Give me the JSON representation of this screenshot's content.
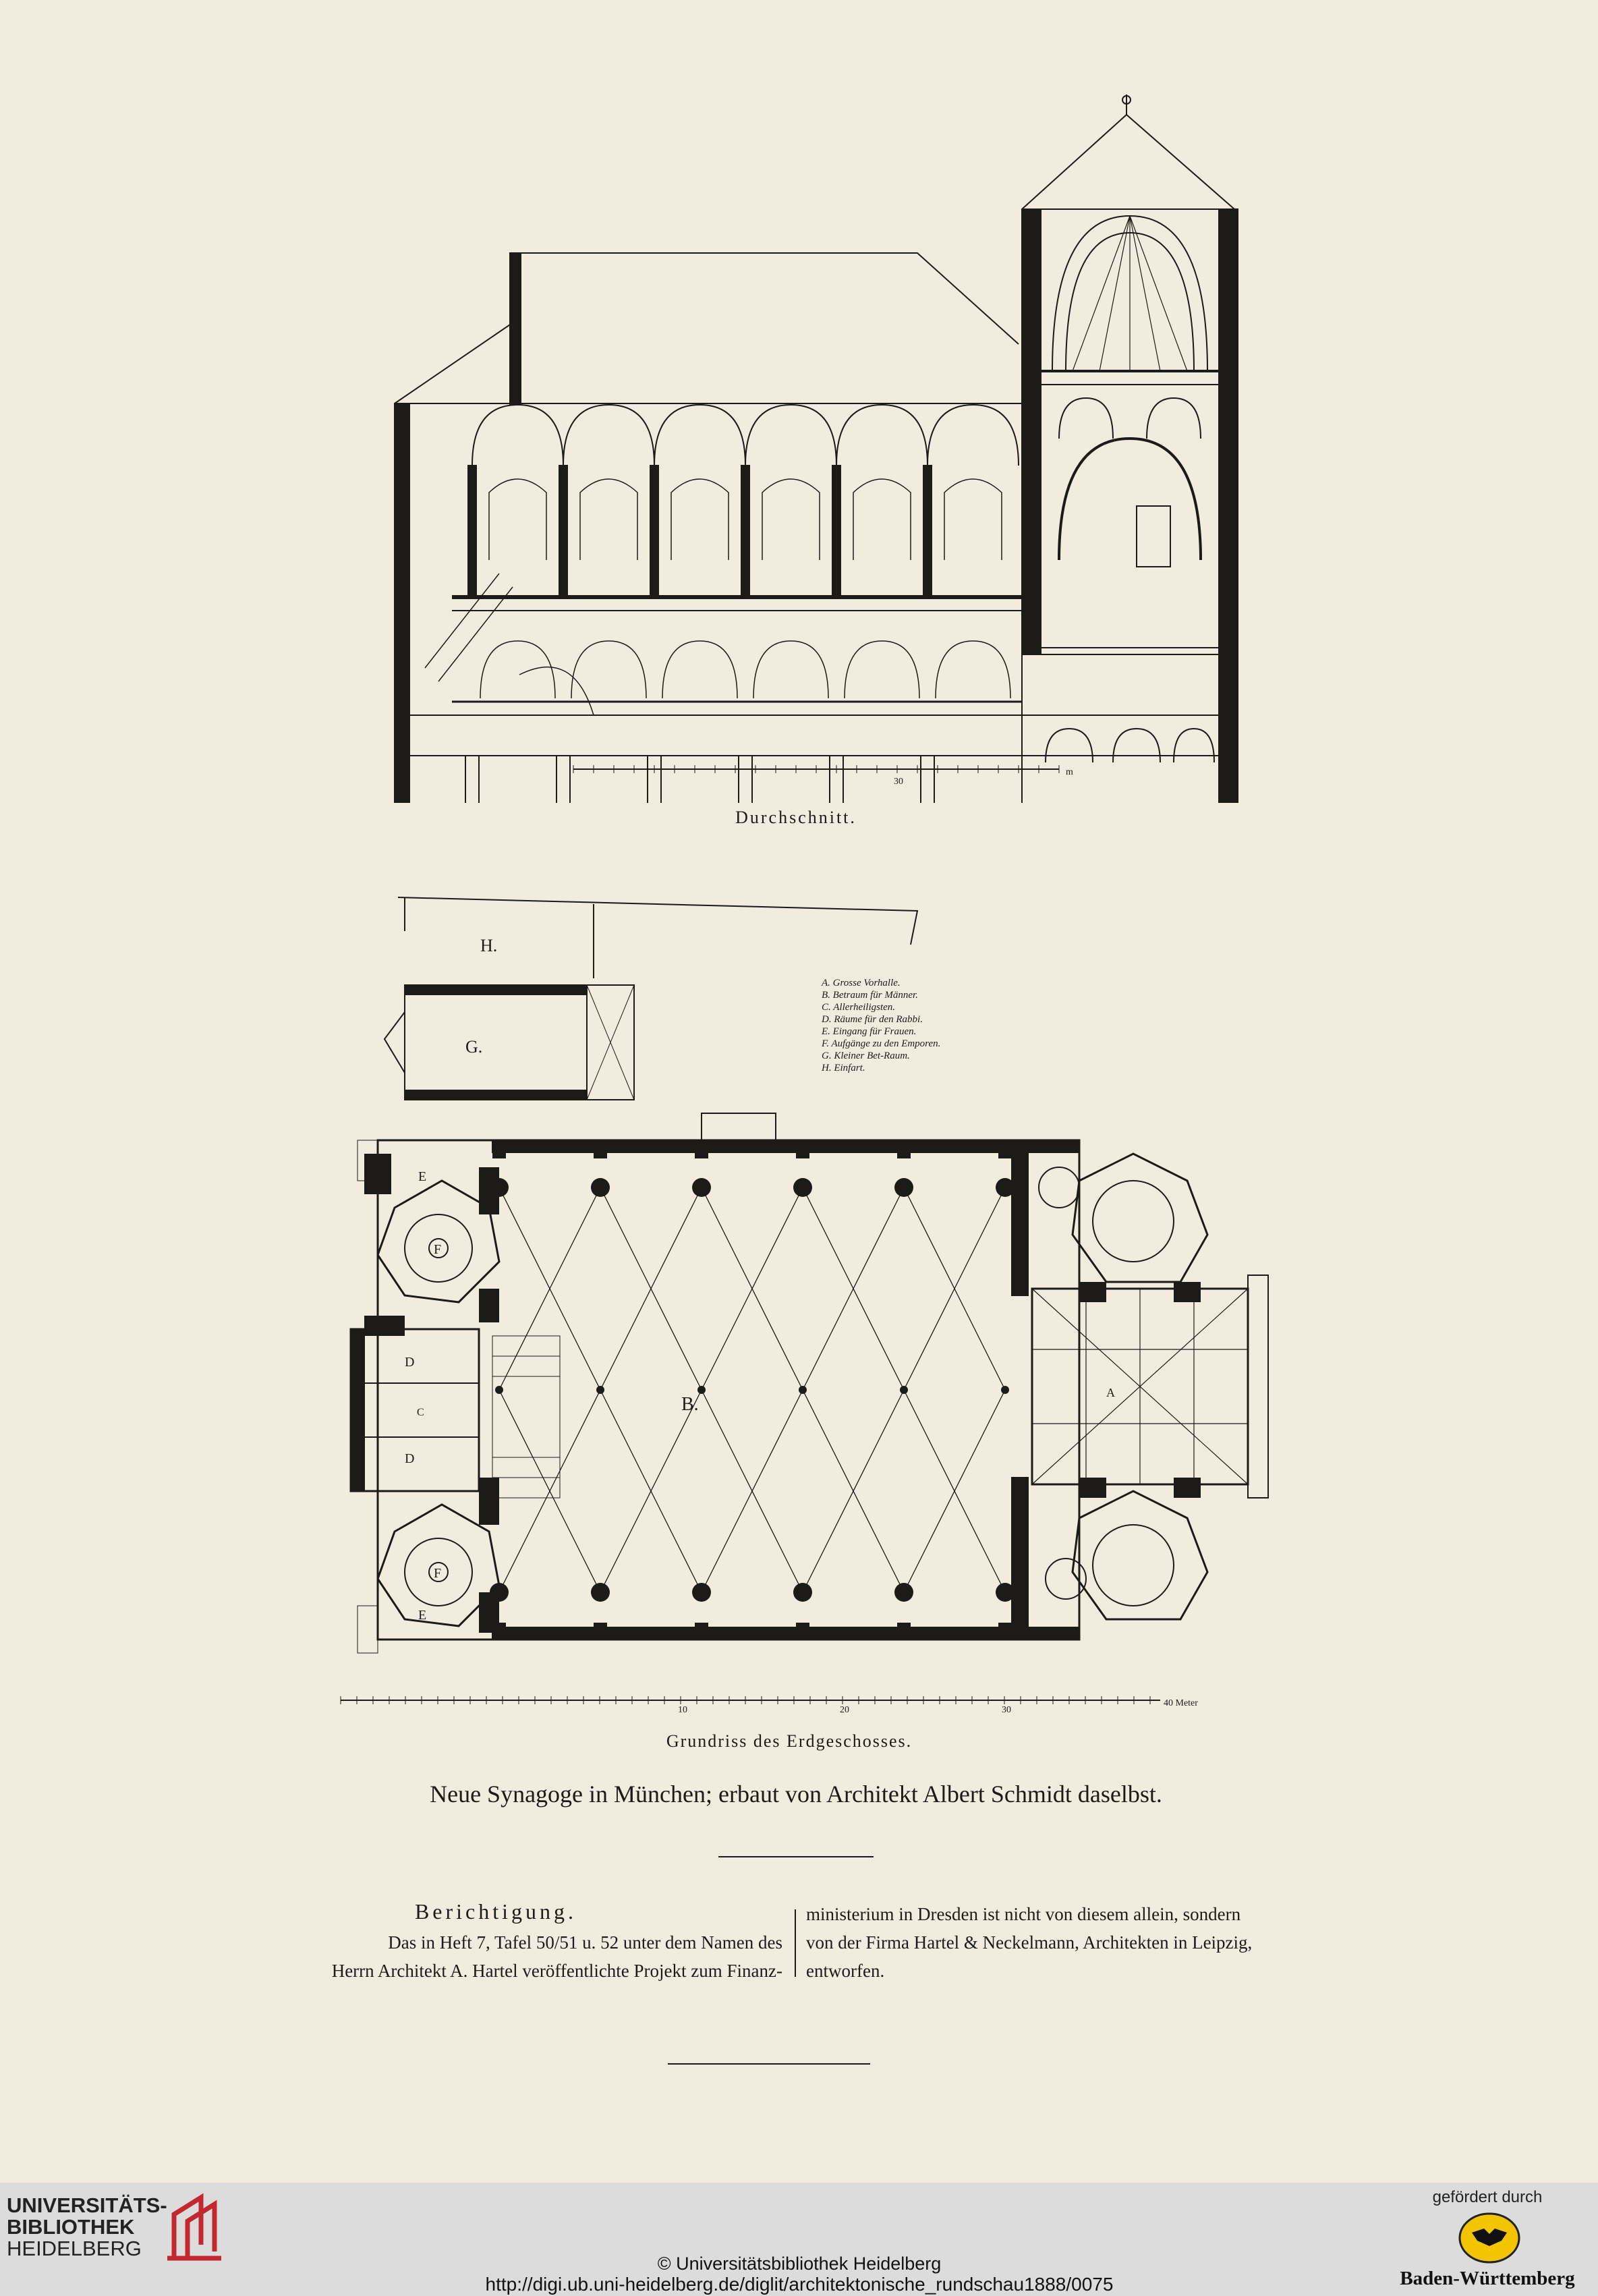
{
  "section_caption": "Durchschnitt.",
  "plan_caption": "Grundriss des Erdgeschosses.",
  "plate_title": "Neue Synagoge in München; erbaut von Architekt Albert Schmidt daselbst.",
  "section_scale": {
    "mid": "30",
    "unit": "m"
  },
  "plan_scale": {
    "marks": [
      "10",
      "20",
      "30"
    ],
    "end": "40 Meter"
  },
  "plan_labels": {
    "H": "H.",
    "G": "G.",
    "B": "B.",
    "A": "A",
    "F1": "F",
    "F2": "F",
    "E1": "E",
    "E2": "E",
    "D1": "D",
    "D2": "D",
    "C": "C"
  },
  "legend": [
    "A. Grosse Vorhalle.",
    "B. Betraum für Männer.",
    "C. Allerheiligsten.",
    "D. Räume für den Rabbi.",
    "E. Eingang für Frauen.",
    "F. Aufgänge zu den Emporen.",
    "G. Kleiner Bet-Raum.",
    "H. Einfart."
  ],
  "correction": {
    "heading": "Berichtigung.",
    "left_lines": [
      "Das in Heft 7, Tafel 50/51 u. 52 unter dem Namen des",
      "Herrn Architekt A. Hartel veröffentlichte Projekt zum Finanz-"
    ],
    "right_lines": [
      "ministerium in Dresden ist nicht von diesem allein, sondern",
      "von der Firma Hartel & Neckelmann, Architekten in Leipzig,",
      "entworfen."
    ]
  },
  "footer": {
    "library_line1": "UNIVERSITÄTS-",
    "library_line2": "BIBLIOTHEK",
    "library_line3": "HEIDELBERG",
    "copyright": "© Universitätsbibliothek Heidelberg",
    "url": "http://digi.ub.uni-heidelberg.de/diglit/architektonische_rundschau1888/0075",
    "funded_by": "gefördert durch",
    "state": "Baden-Württemberg"
  },
  "colors": {
    "paper": "#f1ecdd",
    "ink": "#1c1b18",
    "footer_bg": "#dcdcdc",
    "logo_red": "#c2282e",
    "emblem_yellow": "#f2c500"
  }
}
